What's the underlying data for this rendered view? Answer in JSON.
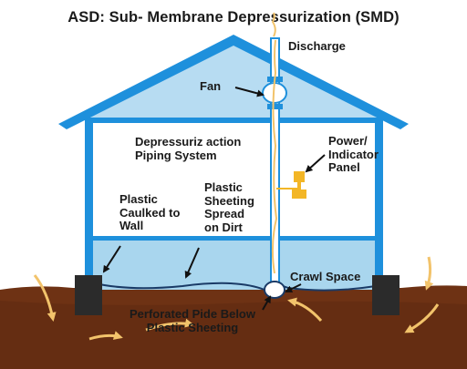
{
  "diagram": {
    "title": "ASD: Sub- Membrane Depressurization (SMD)",
    "labels": {
      "discharge": "Discharge",
      "fan": "Fan",
      "piping_line1": "Depressuriz action",
      "piping_line2": "Piping System",
      "power_line1": "Power/",
      "power_line2": "Indicator",
      "power_line3": "Panel",
      "caulked_line1": "Plastic",
      "caulked_line2": "Caulked to",
      "caulked_line3": "Wall",
      "sheeting_line1": "Plastic",
      "sheeting_line2": "Sheeting",
      "sheeting_line3": "Spread",
      "sheeting_line4": "on Dirt",
      "crawl_space": "Crawl Space",
      "perforated_line1": "Perforated Pide Below",
      "perforated_line2": "Plastic Sheeting"
    },
    "colors": {
      "structure_blue": "#1e90dc",
      "attic_blue": "#b7dcf2",
      "crawl_blue": "#a9d6ee",
      "soil_brown": "#6e3214",
      "footing_dark": "#2b2b2b",
      "arrow_yellow": "#f2c36b",
      "panel_yellow": "#f3b626"
    }
  }
}
